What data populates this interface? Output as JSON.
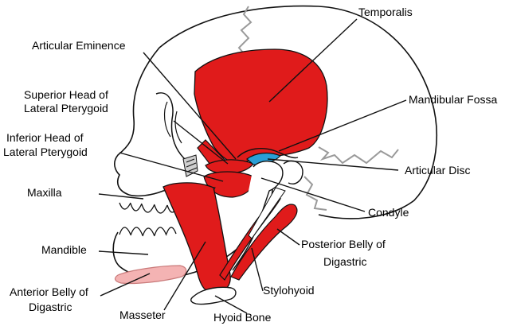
{
  "labels": {
    "temporalis": "Temporalis",
    "articular_eminence": "Articular Eminence",
    "superior_head_1": "Superior Head of",
    "superior_head_2": "Lateral Pterygoid",
    "mandibular_fossa": "Mandibular Fossa",
    "inferior_head_1": "Inferior Head of",
    "inferior_head_2": "Lateral Pterygoid",
    "articular_disc": "Articular Disc",
    "maxilla": "Maxilla",
    "condyle": "Condyle",
    "mandible": "Mandible",
    "posterior_belly_1": "Posterior Belly of",
    "posterior_belly_2": "Digastric",
    "anterior_belly_1": "Anterior Belly of",
    "anterior_belly_2": "Digastric",
    "stylohyoid": "Stylohyoid",
    "masseter": "Masseter",
    "hyoid_bone": "Hyoid Bone"
  },
  "colors": {
    "muscle": "#e01b1b",
    "outline": "#111111",
    "disc": "#2a9fd6",
    "anterior_digastric": "#f4b3b3",
    "suture": "#9a9a9a"
  }
}
